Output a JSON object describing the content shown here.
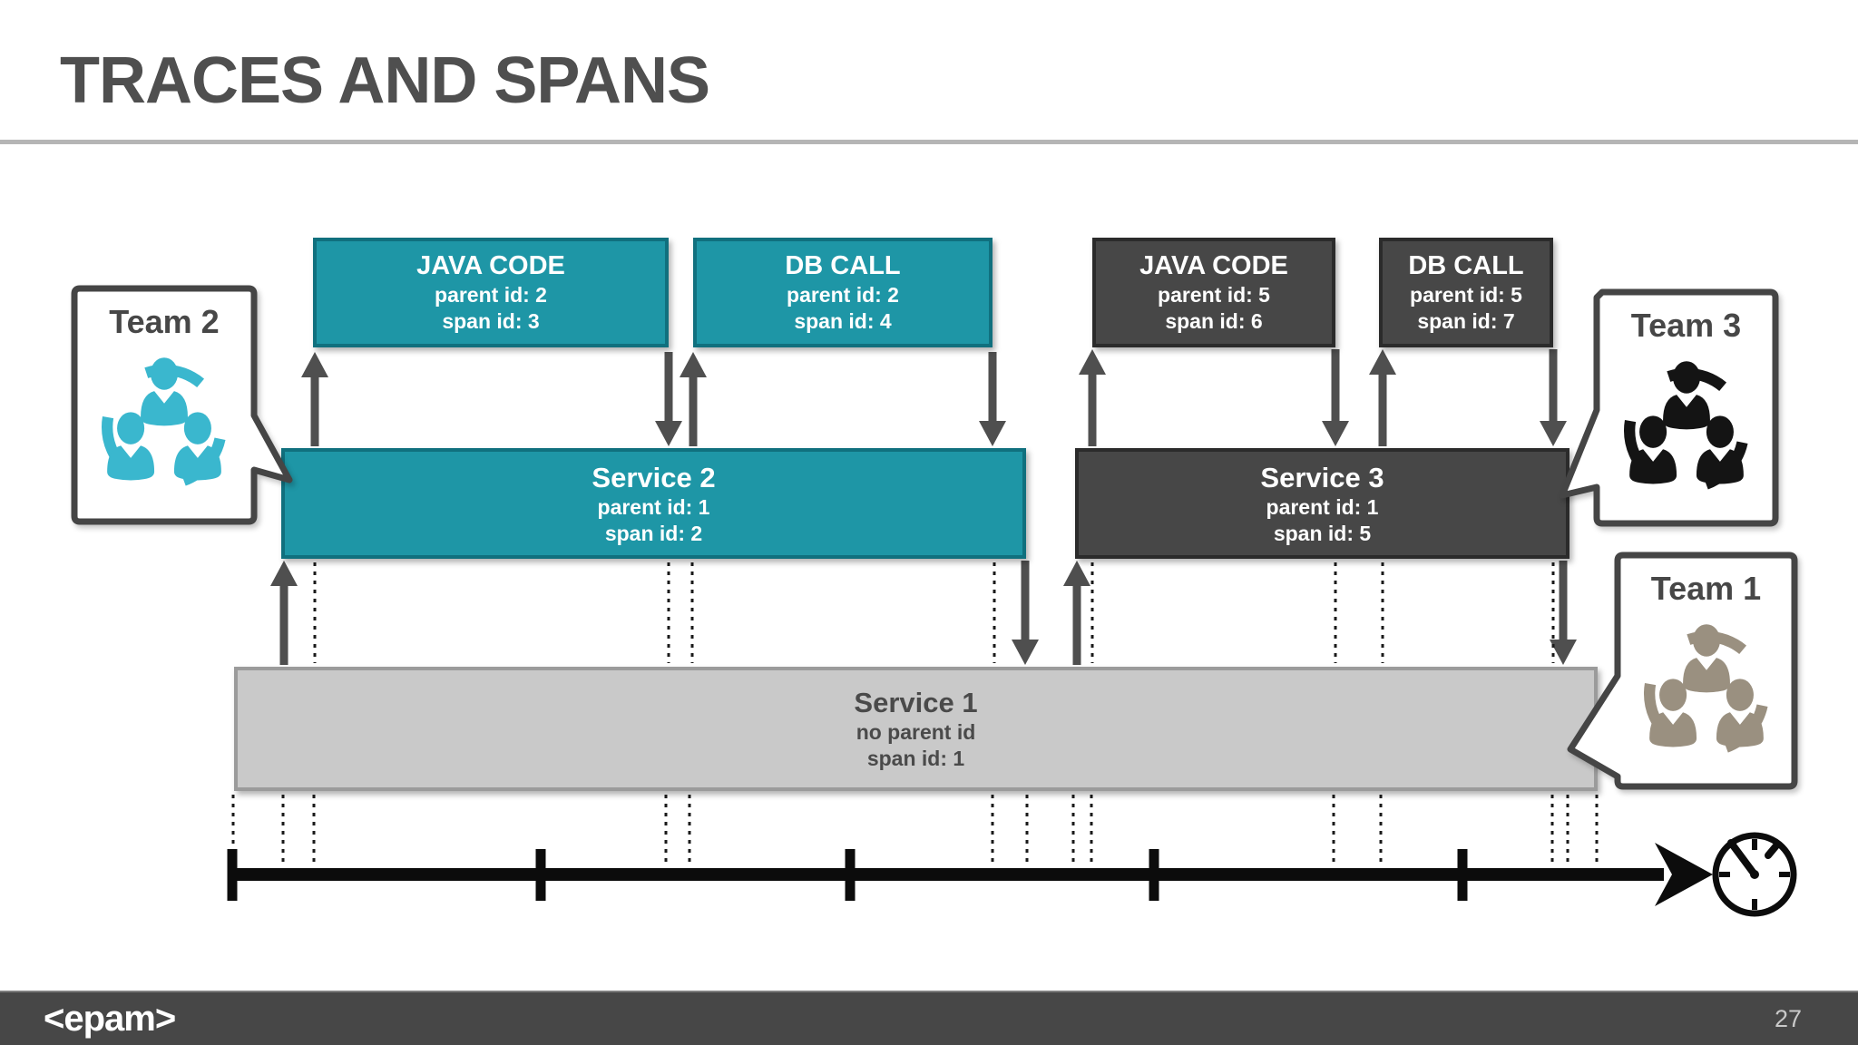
{
  "slide": {
    "title": "TRACES AND SPANS",
    "page_number": "27",
    "brand_logo": "<epam>"
  },
  "boxes": {
    "java_s2": {
      "title": "JAVA CODE",
      "line1": "parent id: 2",
      "line2": "span id: 3"
    },
    "db_s2": {
      "title": "DB CALL",
      "line1": "parent id: 2",
      "line2": "span id: 4"
    },
    "java_s3": {
      "title": "JAVA CODE",
      "line1": "parent id: 5",
      "line2": "span id: 6"
    },
    "db_s3": {
      "title": "DB CALL",
      "line1": "parent id: 5",
      "line2": "span id: 7"
    },
    "service2": {
      "title": "Service 2",
      "line1": "parent id: 1",
      "line2": "span id: 2"
    },
    "service3": {
      "title": "Service 3",
      "line1": "parent id: 1",
      "line2": "span id: 5"
    },
    "service1": {
      "title": "Service 1",
      "line1": "no parent id",
      "line2": "span id: 1"
    }
  },
  "teams": {
    "team2": {
      "label": "Team 2",
      "icon_color": "#3AB7CE"
    },
    "team3": {
      "label": "Team 3",
      "icon_color": "#141414"
    },
    "team1": {
      "label": "Team 1",
      "icon_color": "#9A9080"
    }
  },
  "icons": {
    "team_icon": "team-people-icon",
    "clock_icon": "clock-icon"
  },
  "colors": {
    "teal": "#1E96A6",
    "teal_border": "#10707E",
    "dark": "#474747",
    "dark_border": "#2B2B2B",
    "gray": "#C9C9C9",
    "gray_border": "#9B9B9B",
    "arrow": "#4F4F4F",
    "timeline": "#0C0C0C",
    "title_text": "#4F4F4F",
    "footer_bg": "#474747",
    "page_number_color": "#C9C9C9",
    "callout_border": "#454545",
    "divider": "#B5B5B5"
  }
}
